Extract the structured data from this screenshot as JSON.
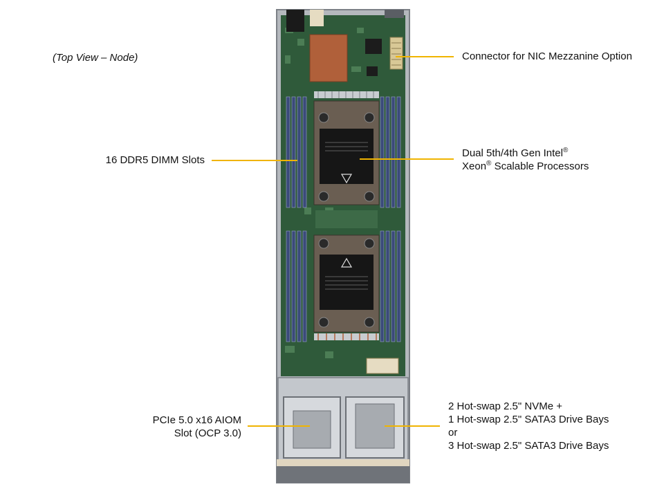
{
  "view_caption": "(Top View – Node)",
  "callouts": {
    "nic": {
      "label": "Connector for NIC Mezzanine Option"
    },
    "dimm": {
      "label": "16 DDR5 DIMM Slots"
    },
    "cpu": {
      "line1": "Dual 5th/4th Gen Intel",
      "line1_mark": "®",
      "line2a": "Xeon",
      "line2_mark": "®",
      "line2b": " Scalable Processors"
    },
    "aiom": {
      "line1": "PCIe 5.0 x16 AIOM",
      "line2": "Slot (OCP 3.0)"
    },
    "drives": {
      "line1": "2 Hot-swap 2.5\" NVMe +",
      "line2": "1 Hot-swap 2.5\" SATA3 Drive Bays",
      "line3": "or",
      "line4": "3 Hot-swap 2.5\" SATA3 Drive Bays"
    }
  },
  "colors": {
    "accent": "#f0b400",
    "board": "#2f5a3a",
    "chassis": "#a9adb2",
    "heatsink_plate": "#161616",
    "copper": "#b0603a"
  }
}
